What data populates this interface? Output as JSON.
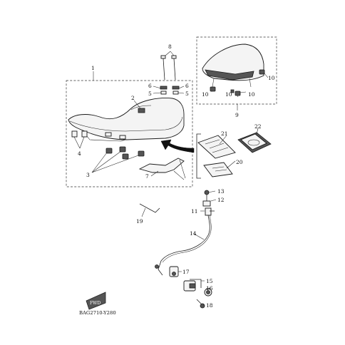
{
  "callouts": {
    "c1": "1",
    "c2": "2",
    "c3": "3",
    "c4": "4",
    "c5a": "5",
    "c5b": "5",
    "c6a": "6",
    "c6b": "6",
    "c7": "7",
    "c8": "8",
    "c9": "9",
    "c10a": "10",
    "c10b": "10",
    "c10c": "10",
    "c10d": "10",
    "c11": "11",
    "c12": "12",
    "c13": "13",
    "c14": "14",
    "c15": "15",
    "c16": "16",
    "c17": "17",
    "c18": "18",
    "c19": "19",
    "c20": "20",
    "c21": "21",
    "c22": "22"
  },
  "drawing_code": "BAG2710-Y280",
  "fwd_label": "FWD",
  "colors": {
    "line": "#222222",
    "fill": "#f4f4f4",
    "arrow": "#111111"
  },
  "icons": {
    "arrow": "curved-forward-arrow",
    "fwd": "fwd-direction-badge"
  }
}
